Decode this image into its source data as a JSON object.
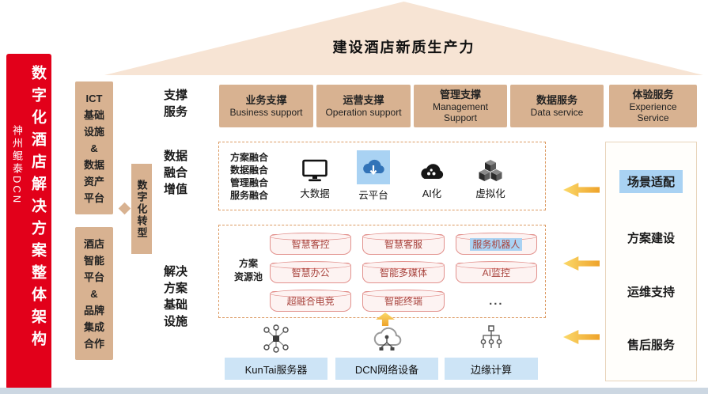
{
  "roof_title": "建设酒店新质生产力",
  "banner": {
    "brand": "神州鲲泰DCN",
    "title": "数字化酒店解决方案整体架构"
  },
  "left_column": {
    "top_box": "ICT\n基础\n设施\n&\n数据\n资产\n平台",
    "bottom_box": "酒店\n智能\n平台\n&\n品牌\n集成\n合作"
  },
  "transform_box": "数字化转型",
  "row_labels": {
    "support": "支撑\n服务",
    "fusion": "数据\n融合\n增值",
    "infra": "解决\n方案\n基础\n设施"
  },
  "support_row": [
    {
      "zh": "业务支撑",
      "en": "Business support"
    },
    {
      "zh": "运营支撑",
      "en": "Operation support"
    },
    {
      "zh": "管理支撑",
      "en": "Management\nSupport"
    },
    {
      "zh": "数据服务",
      "en": "Data service"
    },
    {
      "zh": "体验服务",
      "en": "Experience\nService"
    }
  ],
  "fusion_row": {
    "merge_lines": "方案融合\n数据融合\n管理融合\n服务融合",
    "items": [
      {
        "label": "大数据",
        "icon": "monitor-icon"
      },
      {
        "label": "云平台",
        "icon": "cloud-download-icon",
        "highlighted": true
      },
      {
        "label": "AI化",
        "icon": "ai-cloud-icon"
      },
      {
        "label": "虚拟化",
        "icon": "virtualization-cubes-icon"
      }
    ]
  },
  "infra_row": {
    "pool_label": "方案\n资源池",
    "cells": [
      {
        "label": "智慧客控"
      },
      {
        "label": "智慧客服"
      },
      {
        "label": "服务机器人",
        "highlighted": true
      },
      {
        "label": "智慧办公"
      },
      {
        "label": "智能多媒体"
      },
      {
        "label": "AI监控"
      },
      {
        "label": "超融合电竞"
      },
      {
        "label": "智能终端"
      },
      {
        "label": "...",
        "plain": true
      }
    ]
  },
  "hardware_row": [
    {
      "label": "KunTai服务器",
      "icon": "server-cluster-icon"
    },
    {
      "label": "DCN网络设备",
      "icon": "network-cloud-icon"
    },
    {
      "label": "边缘计算",
      "icon": "edge-computing-icon"
    }
  ],
  "right_column": [
    {
      "label": "场景适配",
      "highlighted": true
    },
    {
      "label": "方案建设"
    },
    {
      "label": "运维支持"
    },
    {
      "label": "售后服务"
    }
  ],
  "colors": {
    "banner_red": "#e2001a",
    "tan": "#d8b291",
    "highlight_blue": "#a9d2f3",
    "light_blue_box": "#cde4f6",
    "dashed_border": "#dc9a62",
    "cylinder_border": "#e2918d",
    "cylinder_fill": "#fdf3f2",
    "cylinder_text": "#a8433d",
    "arrow_orange": "#eea32b",
    "roof_peach": "#f7e4d4"
  }
}
